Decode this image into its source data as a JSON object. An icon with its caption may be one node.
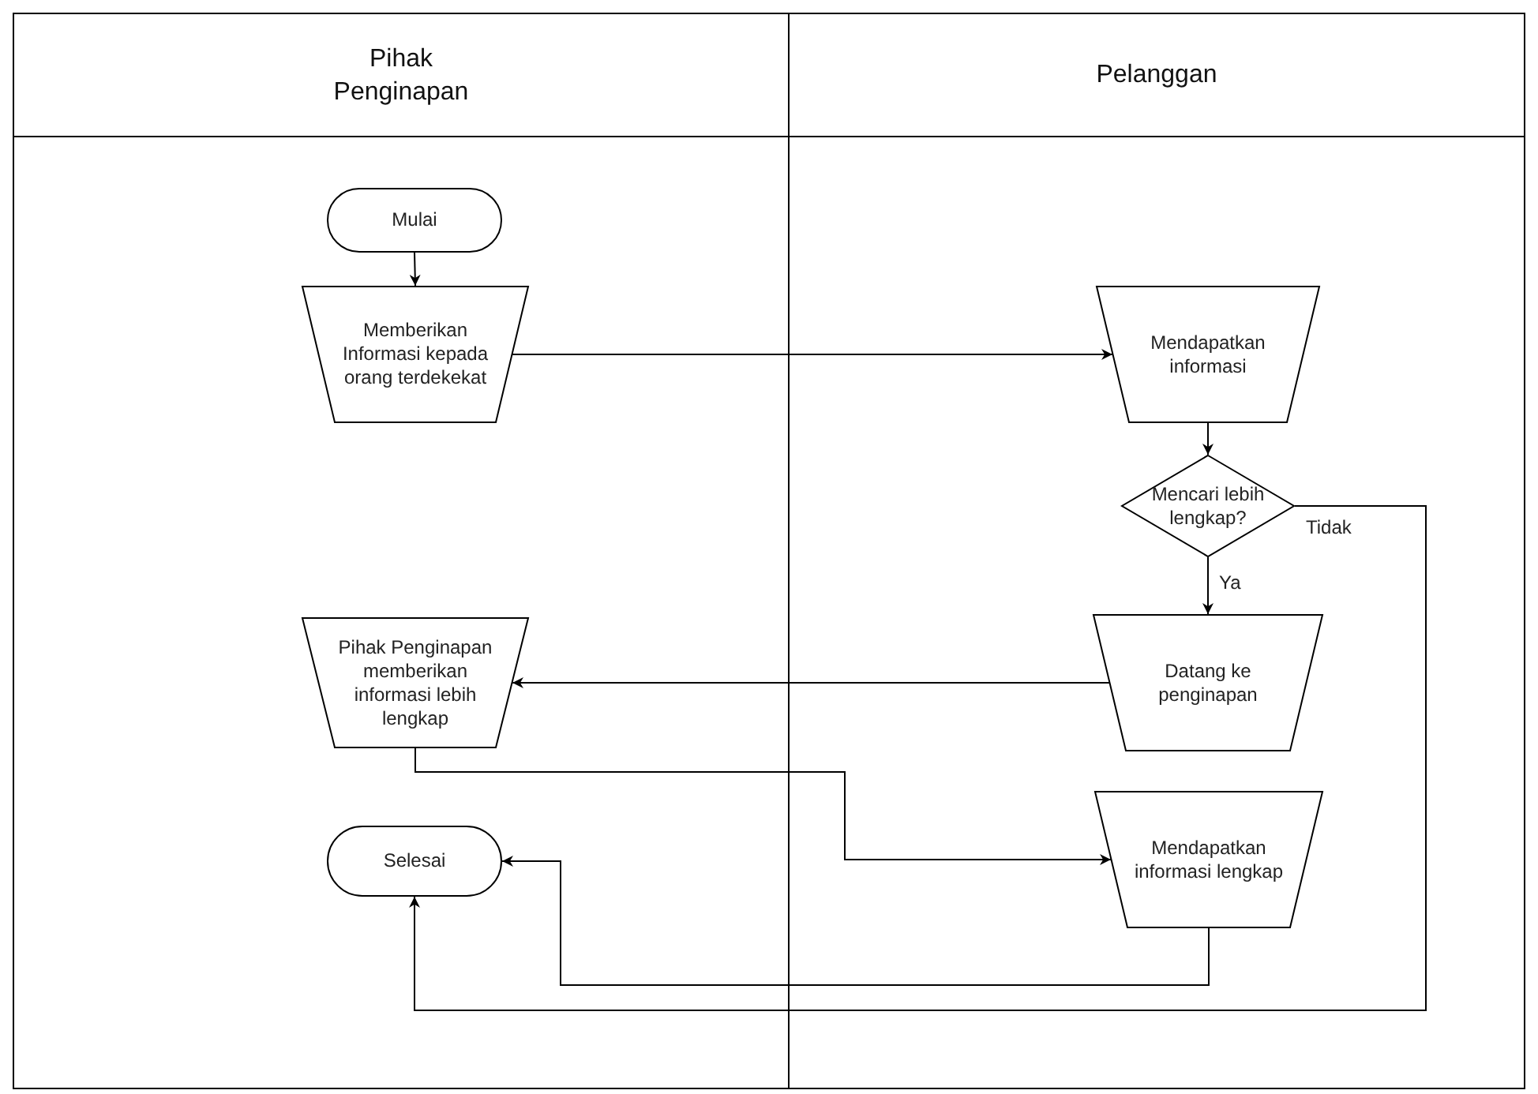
{
  "diagram": {
    "nodes": [
      {
        "text": [
          "Pihak Penginapan"
        ]
      },
      {
        "text": [
          "Pelanggan"
        ]
      },
      {
        "text": [
          "Mulai"
        ],
        "in": 0
      },
      {
        "text": [
          "Memberikan Informasi kepada orang terdekekat"
        ],
        "in": 0
      },
      {
        "text": [
          "Pihak Penginapan memberikan informasi lebih lengkap"
        ],
        "in": 0
      },
      {
        "text": [
          "Selesai"
        ],
        "in": 0
      },
      {
        "text": [
          "Mendapatkan informasi"
        ],
        "in": 1
      },
      {
        "text": [
          "Mencari lebih lengkap?"
        ],
        "in": 1
      },
      {
        "text": [
          "Datang ke penginapan"
        ],
        "in": 1
      },
      {
        "text": [
          "Mendapatkan informasi lengkap"
        ],
        "in": 1
      }
    ],
    "edges": [
      {
        "from": 2,
        "to": 3,
        "arrow": "to"
      },
      {
        "from": 3,
        "to": 6,
        "arrow": "to"
      },
      {
        "from": 6,
        "to": 7,
        "arrow": "to"
      },
      {
        "from": 7,
        "to": 8,
        "arrow": "to",
        "label": "Ya"
      },
      {
        "from": 7,
        "to": 5,
        "arrow": "to",
        "label": "Tidak"
      },
      {
        "from": 8,
        "to": 4,
        "arrow": "to"
      },
      {
        "from": 4,
        "to": 9,
        "arrow": "to"
      },
      {
        "from": 9,
        "to": 5,
        "arrow": "to"
      }
    ]
  }
}
